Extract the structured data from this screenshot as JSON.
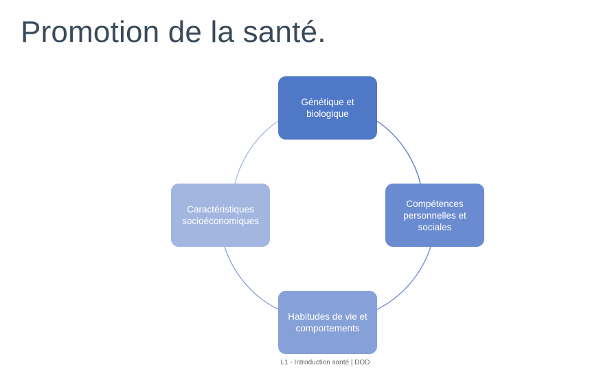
{
  "slide": {
    "title": "Promotion de la santé.",
    "footer": "L1 - Introduction santé | DOD"
  },
  "diagram": {
    "type": "cycle",
    "nodes": [
      {
        "label": "Génétique et biologique",
        "color": "#4f78c7"
      },
      {
        "label": "Compétences personnelles et sociales",
        "color": "#6a8bd0"
      },
      {
        "label": "Habitudes de vie et comportements",
        "color": "#86a0d8"
      },
      {
        "label": "Caractéristiques socioéconomiques",
        "color": "#a3b6e0"
      }
    ],
    "connector_colors": [
      "#4f78c7",
      "#6a8bd0",
      "#86a0d8",
      "#a3b6e0"
    ]
  }
}
